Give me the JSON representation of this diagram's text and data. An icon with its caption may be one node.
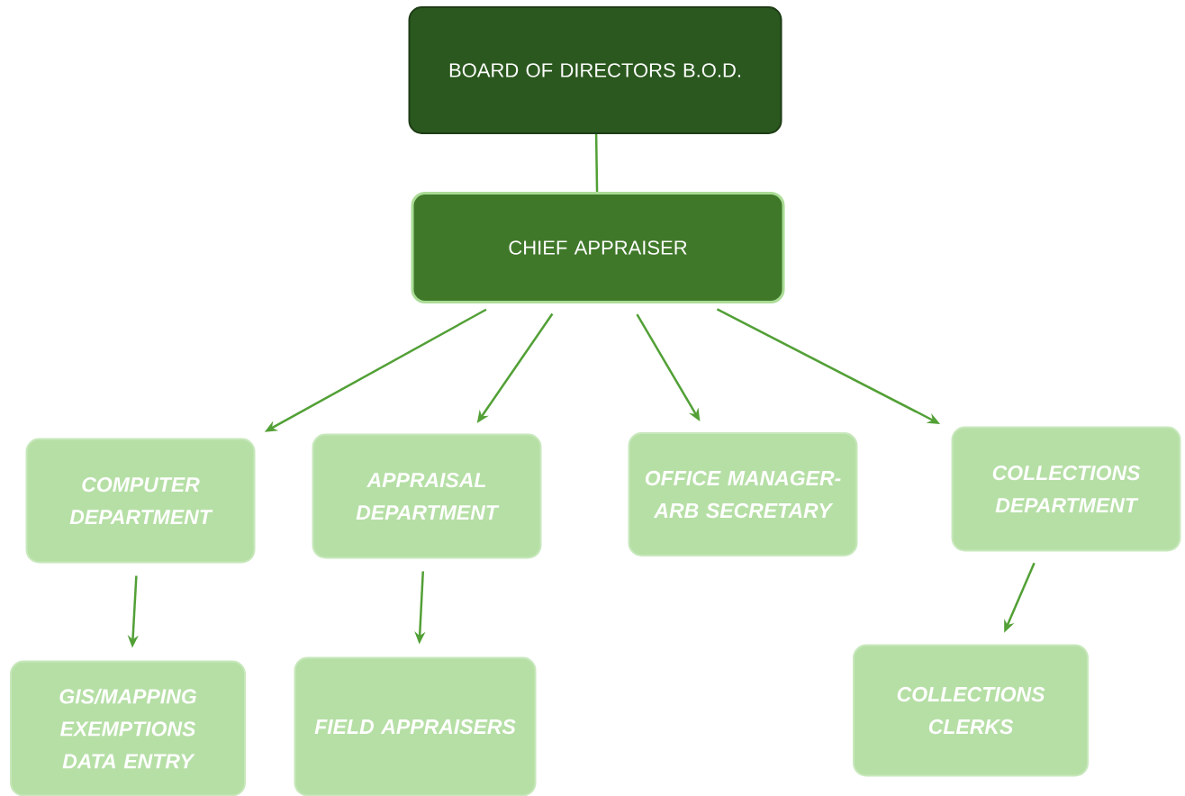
{
  "diagram": {
    "nodes": [
      {
        "text": [
          "BOARD OF DIRECTORS B.O.D."
        ]
      },
      {
        "text": [
          "CHIEF APPRAISER"
        ]
      },
      {
        "text": [
          "COMPUTER DEPARTMENT"
        ]
      },
      {
        "text": [
          "APPRAISAL DEPARTMENT"
        ]
      },
      {
        "text": [
          "OFFICE MANAGER- ARB SECRETARY"
        ]
      },
      {
        "text": [
          "COLLECTIONS DEPARTMENT"
        ]
      },
      {
        "text": [
          "GIS/MAPPING EXEMPTIONS DATA ENTRY"
        ]
      },
      {
        "text": [
          "FIELD APPRAISERS"
        ]
      },
      {
        "text": [
          "COLLECTIONS CLERKS"
        ]
      }
    ],
    "edges": [
      {
        "from": 0,
        "to": 1,
        "arrow": "none"
      },
      {
        "from": 1,
        "to": 2,
        "arrow": "to"
      },
      {
        "from": 1,
        "to": 3,
        "arrow": "to"
      },
      {
        "from": 1,
        "to": 4,
        "arrow": "to"
      },
      {
        "from": 1,
        "to": 5,
        "arrow": "to"
      },
      {
        "from": 2,
        "to": 6,
        "arrow": "to"
      },
      {
        "from": 3,
        "to": 7,
        "arrow": "to"
      },
      {
        "from": 5,
        "to": 8,
        "arrow": "to"
      }
    ]
  }
}
